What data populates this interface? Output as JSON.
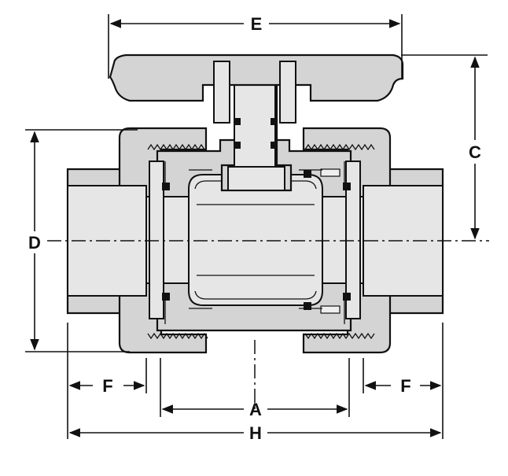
{
  "diagram": {
    "dimension_labels": {
      "E": "E",
      "C": "C",
      "D": "D",
      "F_left": "F",
      "F_right": "F",
      "A": "A",
      "H": "H"
    }
  }
}
